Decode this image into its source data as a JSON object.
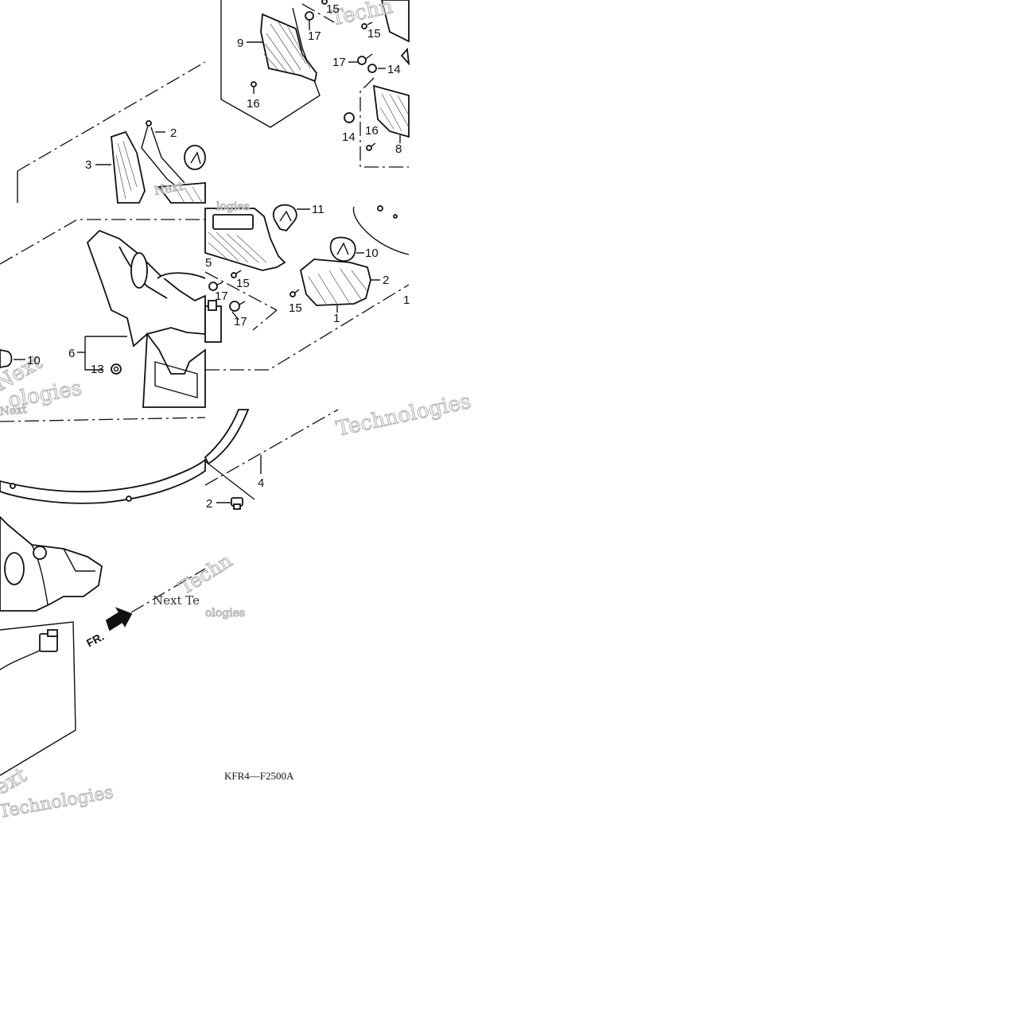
{
  "diagram_code": "KFR4—F2500A",
  "front_indicator": "FR.",
  "watermark_text": [
    "Techn",
    "Next",
    "logies",
    "Next",
    "ologies",
    "Next",
    "Technologies",
    "Techn",
    "Next Te",
    "ologies",
    "ext",
    "Technologies"
  ],
  "callouts": [
    {
      "id": "c15a",
      "label": "15"
    },
    {
      "id": "c17a",
      "label": "17"
    },
    {
      "id": "c9",
      "label": "9"
    },
    {
      "id": "c15b",
      "label": "15"
    },
    {
      "id": "c17b",
      "label": "17"
    },
    {
      "id": "c14a",
      "label": "14"
    },
    {
      "id": "c16a",
      "label": "16"
    },
    {
      "id": "c14b",
      "label": "14"
    },
    {
      "id": "c16b",
      "label": "16"
    },
    {
      "id": "c8",
      "label": "8"
    },
    {
      "id": "c2a",
      "label": "2"
    },
    {
      "id": "c3",
      "label": "3"
    },
    {
      "id": "c11",
      "label": "11"
    },
    {
      "id": "c10a",
      "label": "10"
    },
    {
      "id": "c2b",
      "label": "2"
    },
    {
      "id": "c1",
      "label": "1"
    },
    {
      "id": "c1b",
      "label": "1"
    },
    {
      "id": "c5",
      "label": "5"
    },
    {
      "id": "c15c",
      "label": "15"
    },
    {
      "id": "c17c",
      "label": "17"
    },
    {
      "id": "c15d",
      "label": "15"
    },
    {
      "id": "c17d",
      "label": "17"
    },
    {
      "id": "c6",
      "label": "6"
    },
    {
      "id": "c13",
      "label": "13"
    },
    {
      "id": "c10b",
      "label": "10"
    },
    {
      "id": "c4",
      "label": "4"
    },
    {
      "id": "c2c",
      "label": "2"
    }
  ]
}
